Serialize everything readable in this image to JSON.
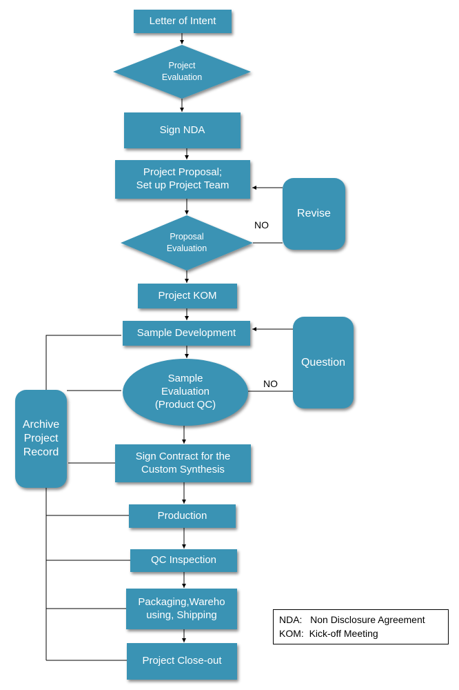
{
  "nodes": {
    "letter_of_intent": "Letter of Intent",
    "project_evaluation": [
      "Project",
      "Evaluation"
    ],
    "sign_nda": "Sign NDA",
    "project_proposal": [
      "Project Proposal;",
      "Set up Project Team"
    ],
    "revise": "Revise",
    "proposal_evaluation": [
      "Proposal",
      "Evaluation"
    ],
    "project_kom": "Project KOM",
    "sample_development": "Sample Development",
    "question": "Question",
    "sample_evaluation": [
      "Sample",
      "Evaluation",
      "(Product QC)"
    ],
    "archive_record": [
      "Archive",
      "Project",
      "Record"
    ],
    "sign_contract": [
      "Sign Contract for the",
      "Custom Synthesis"
    ],
    "production": "Production",
    "qc_inspection": "QC Inspection",
    "packaging": [
      "Packaging,Wareho",
      "using, Shipping"
    ],
    "project_closeout": "Project Close-out"
  },
  "edge_labels": {
    "proposal_no": "NO",
    "sample_no": "NO"
  },
  "legend": {
    "nda_abbr": "NDA:",
    "nda_desc": "Non Disclosure Agreement",
    "kom_abbr": "KOM:",
    "kom_desc": "Kick-off Meeting"
  },
  "colors": {
    "node_fill": "#3a93b4",
    "node_text": "#ffffff",
    "connector": "#000000"
  }
}
